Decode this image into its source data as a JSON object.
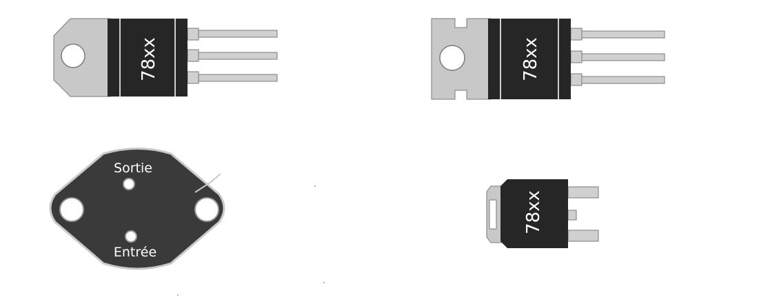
{
  "packages": {
    "to220_a": {
      "marking": "78xx"
    },
    "to220_b": {
      "marking": "78xx"
    },
    "to3": {
      "pin_top_label": "Sortie",
      "pin_bottom_label": "Entrée"
    },
    "dpak": {
      "marking": "78xx"
    }
  },
  "colors": {
    "body": "#262626",
    "tab": "#c8c8c8",
    "lead": "#d0d0d0",
    "outline": "#7a7a7a",
    "text": "#ffffff"
  }
}
